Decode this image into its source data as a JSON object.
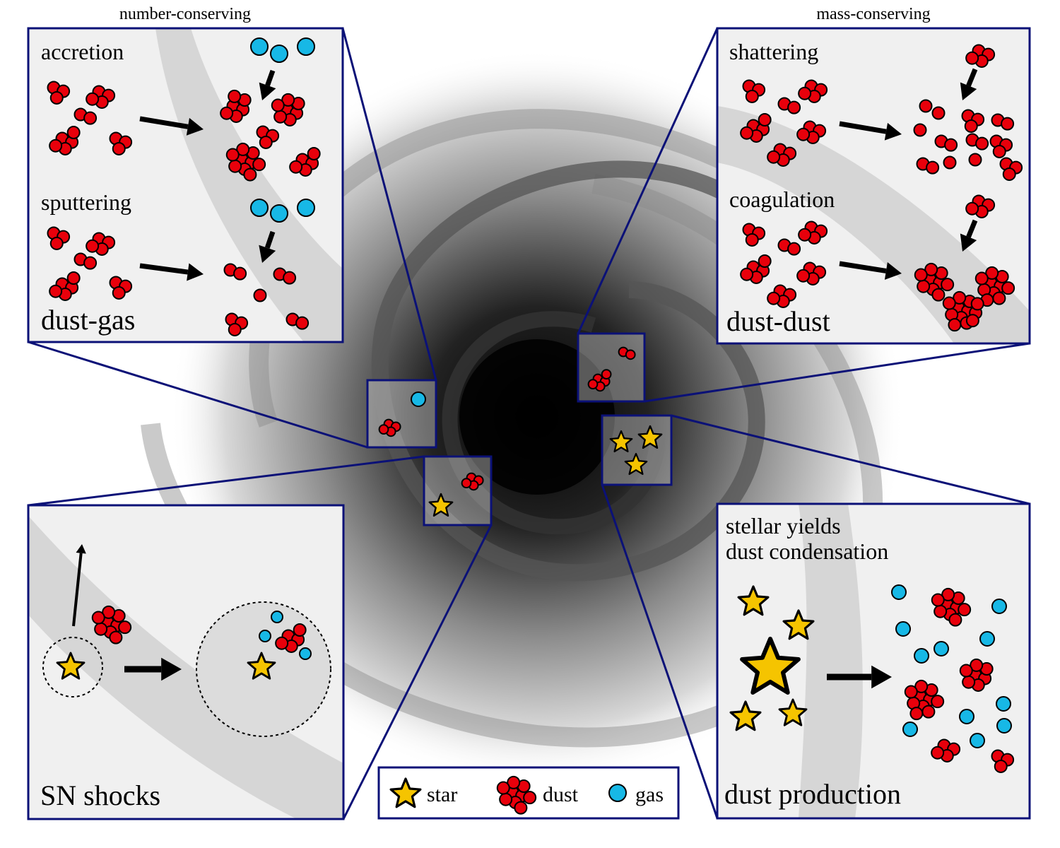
{
  "header": {
    "left": "number-conserving",
    "right": "mass-conserving"
  },
  "panels": {
    "dust_gas": {
      "top_label": "accretion",
      "mid_label": "sputtering",
      "bottom_label": "dust-gas"
    },
    "dust_dust": {
      "top_label": "shattering",
      "mid_label": "coagulation",
      "bottom_label": "dust-dust"
    },
    "sn": {
      "bottom_label": "SN shocks"
    },
    "production": {
      "line1": "stellar yields",
      "line2": "dust condensation",
      "bottom_label": "dust production"
    }
  },
  "legend": {
    "star": "star",
    "dust": "dust",
    "gas": "gas"
  },
  "colors": {
    "frame": "#0b1177",
    "dust": "#e8000b",
    "gas": "#17b8e6",
    "star": "#f5c400",
    "panel_bg": "#f0f0f0"
  }
}
